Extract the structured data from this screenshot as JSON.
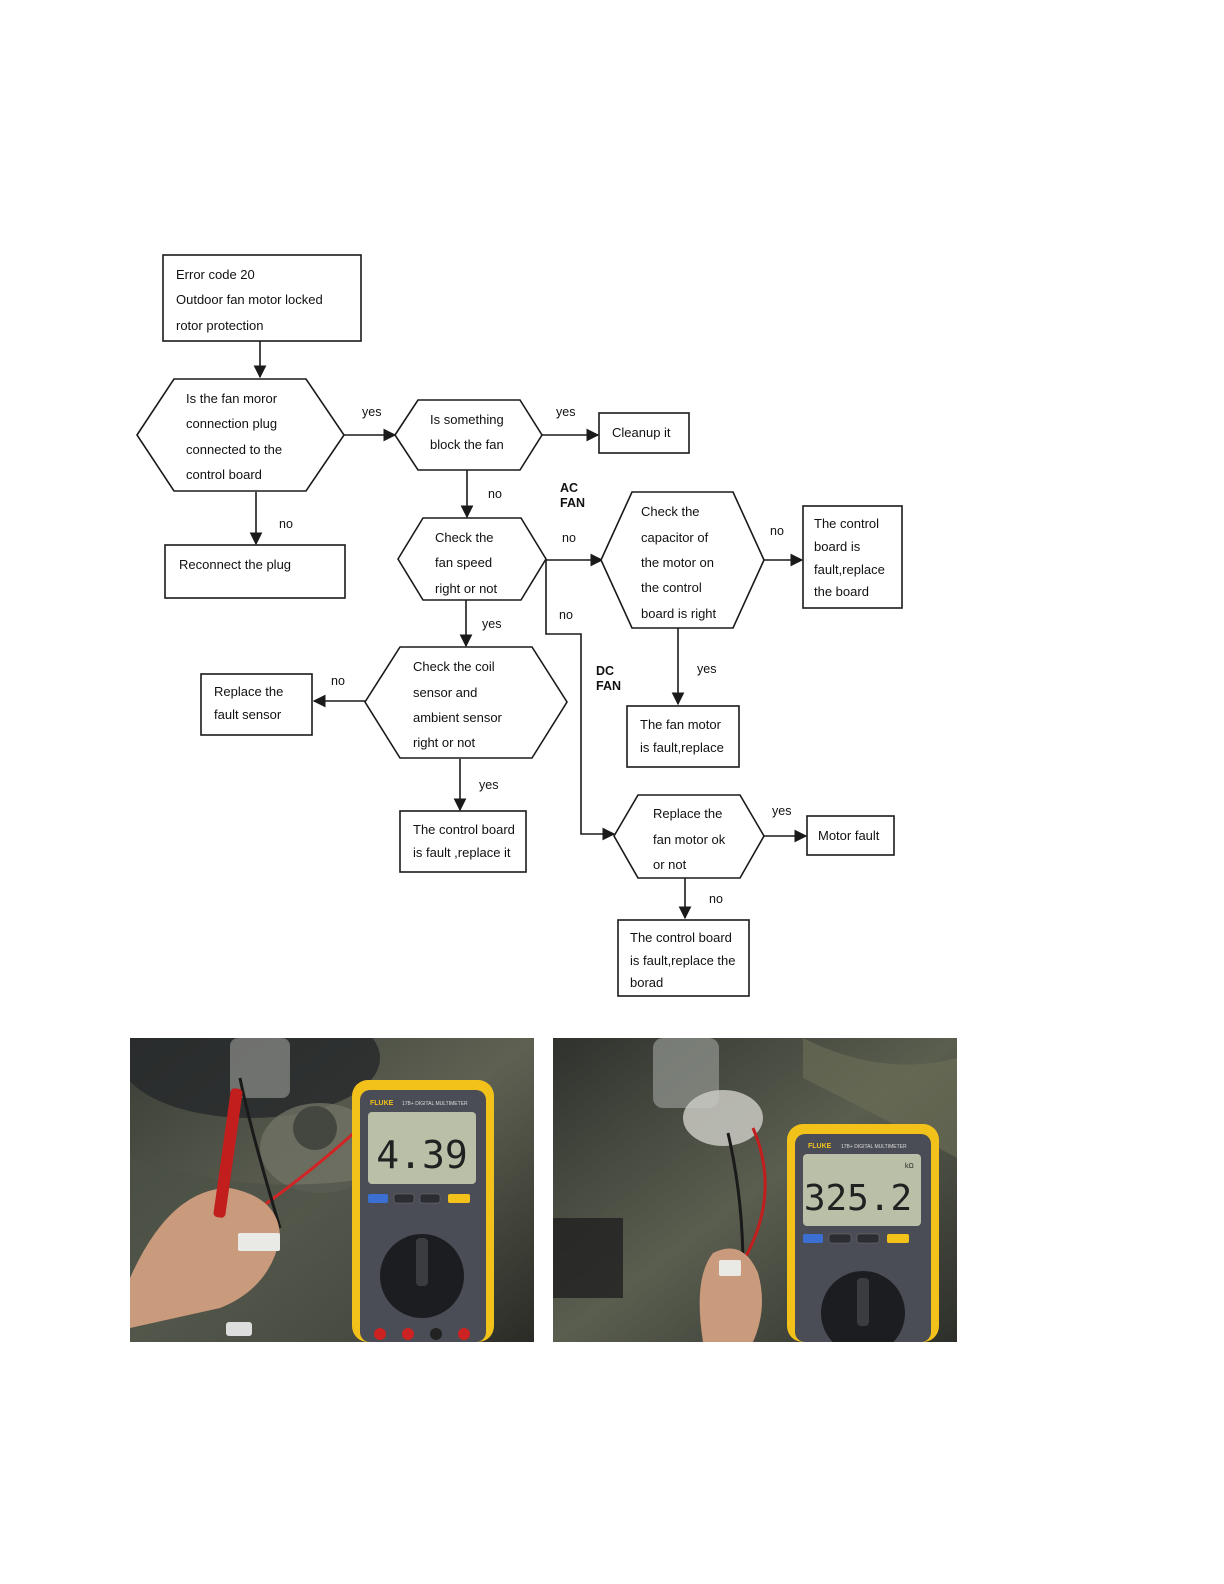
{
  "flowchart": {
    "start": [
      "Error code 20",
      "Outdoor fan motor locked",
      "rotor protection"
    ],
    "q_plug": [
      "Is the fan moror",
      "connection plug",
      "connected to the",
      "control board"
    ],
    "reconnect": [
      "Reconnect the plug"
    ],
    "q_block": [
      "Is something",
      "block the fan"
    ],
    "cleanup": [
      "Cleanup it"
    ],
    "q_speed": [
      "Check the",
      "fan speed",
      "right or not"
    ],
    "q_capacitor": [
      "Check the",
      "capacitor of",
      "the motor on",
      "the control",
      "board is right"
    ],
    "board_fault_1": [
      "The control",
      "board is",
      "fault,replace",
      "the board"
    ],
    "motor_replace": [
      "The fan motor",
      "is fault,replace"
    ],
    "q_sensor": [
      "Check the coil",
      "sensor and",
      "ambient sensor",
      "right or not"
    ],
    "replace_sensor": [
      "Replace the",
      "fault sensor"
    ],
    "board_fault_2": [
      "The control board",
      "is fault ,replace it"
    ],
    "q_motor_ok": [
      "Replace the",
      "fan motor ok",
      "or not"
    ],
    "motor_fault": [
      "Motor fault"
    ],
    "board_fault_3": [
      "The control board",
      "is fault,replace the",
      "borad"
    ],
    "labels": {
      "yes": "yes",
      "no": "no",
      "ac_fan": [
        "AC",
        "FAN"
      ],
      "dc_fan": [
        "DC",
        "FAN"
      ]
    }
  },
  "photos": {
    "left": {
      "meter_brand": "FLUKE",
      "meter_model": "17B+ DIGITAL MULTIMETER",
      "reading": "4.39"
    },
    "right": {
      "meter_brand": "FLUKE",
      "meter_model": "17B+ DIGITAL MULTIMETER",
      "reading": "325.2",
      "unit": "kΩ"
    }
  },
  "colors": {
    "meter_body": "#f2c21b",
    "meter_face": "#4a4d55",
    "lcd": "#b9c0a7",
    "line": "#1a1a1a"
  }
}
